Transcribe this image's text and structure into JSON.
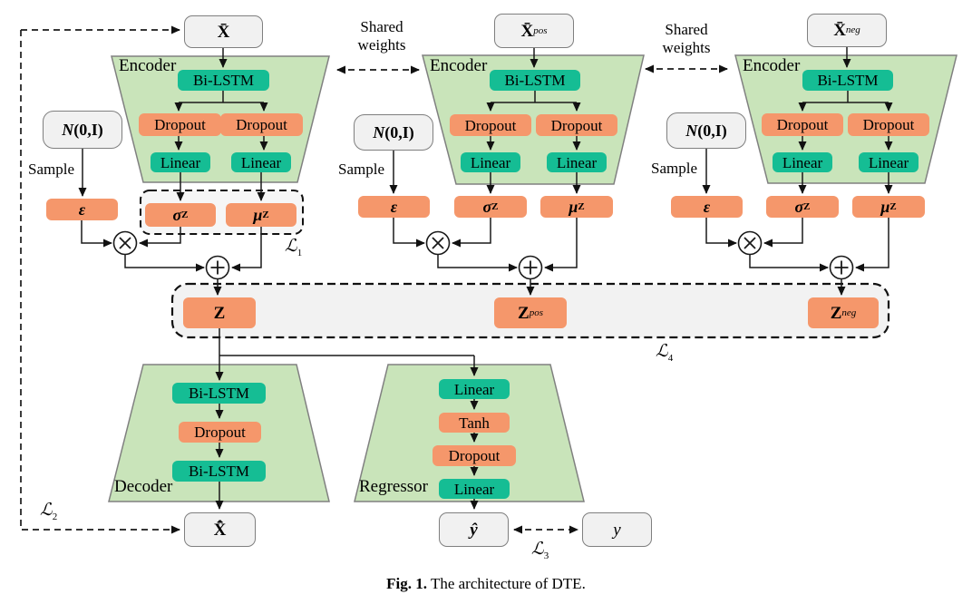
{
  "colors": {
    "orange": "#F5976B",
    "teal": "#15BD94",
    "trapezoid_green": "#C9E4BA",
    "io_gray": "#F1F1F1",
    "border_gray": "#7F7F7F",
    "latent_bar_gray": "#F2F2F2"
  },
  "shared_weights": {
    "left": "Shared weights",
    "right": "Shared weights"
  },
  "losses": {
    "l1": {
      "sym": "ℒ",
      "sub": "1"
    },
    "l2": {
      "sym": "ℒ",
      "sub": "2"
    },
    "l3": {
      "sym": "ℒ",
      "sub": "3"
    },
    "l4": {
      "sym": "ℒ",
      "sub": "4"
    }
  },
  "encoders": [
    {
      "label": "Encoder",
      "input": {
        "main": "X̄",
        "sub": ""
      },
      "bilstm": "Bi-LSTM",
      "dropout_l": "Dropout",
      "dropout_r": "Dropout",
      "linear_l": "Linear",
      "linear_r": "Linear",
      "noise": {
        "n": "N",
        "args": "(0,I)"
      },
      "sample": "Sample",
      "eps": "ε",
      "sigma": {
        "main": "σ",
        "sub": "Z"
      },
      "mu": {
        "main": "μ",
        "sub": "Z"
      }
    },
    {
      "label": "Encoder",
      "input": {
        "main": "X̄",
        "sub": "pos"
      },
      "bilstm": "Bi-LSTM",
      "dropout_l": "Dropout",
      "dropout_r": "Dropout",
      "linear_l": "Linear",
      "linear_r": "Linear",
      "noise": {
        "n": "N",
        "args": "(0,I)"
      },
      "sample": "Sample",
      "eps": "ε",
      "sigma": {
        "main": "σ",
        "sub": "Z"
      },
      "mu": {
        "main": "μ",
        "sub": "Z"
      }
    },
    {
      "label": "Encoder",
      "input": {
        "main": "X̄",
        "sub": "neg"
      },
      "bilstm": "Bi-LSTM",
      "dropout_l": "Dropout",
      "dropout_r": "Dropout",
      "linear_l": "Linear",
      "linear_r": "Linear",
      "noise": {
        "n": "N",
        "args": "(0,I)"
      },
      "sample": "Sample",
      "eps": "ε",
      "sigma": {
        "main": "σ",
        "sub": "Z"
      },
      "mu": {
        "main": "μ",
        "sub": "Z"
      }
    }
  ],
  "latent": {
    "z": {
      "main": "Z",
      "sub": ""
    },
    "z_pos": {
      "main": "Z",
      "sub": "pos"
    },
    "z_neg": {
      "main": "Z",
      "sub": "neg"
    }
  },
  "decoder": {
    "label": "Decoder",
    "bilstm1": "Bi-LSTM",
    "dropout": "Dropout",
    "bilstm2": "Bi-LSTM",
    "output": {
      "main": "X̄̂",
      "sub": ""
    }
  },
  "regressor": {
    "label": "Regressor",
    "linear1": "Linear",
    "tanh": "Tanh",
    "dropout": "Dropout",
    "linear2": "Linear",
    "output": "ŷ"
  },
  "target": "y",
  "caption": {
    "prefix": "Fig. 1.",
    "text": " The architecture of DTE."
  }
}
